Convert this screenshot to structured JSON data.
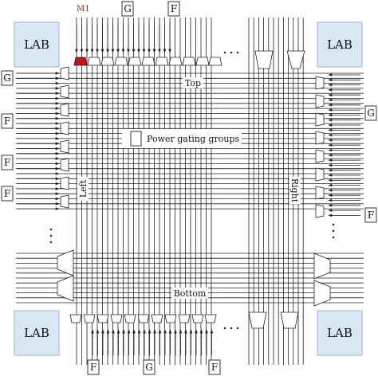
{
  "labels": {
    "lab": "LAB",
    "m1": "M1",
    "g": "G",
    "f": "F",
    "top": "Top",
    "bottom": "Bottom",
    "left": "Left",
    "right": "Right",
    "legend": "Power gating groups"
  },
  "colors": {
    "lab_fill": "#d9e6f3",
    "highlight_mux": "#c0141c",
    "wire": "#222222"
  }
}
